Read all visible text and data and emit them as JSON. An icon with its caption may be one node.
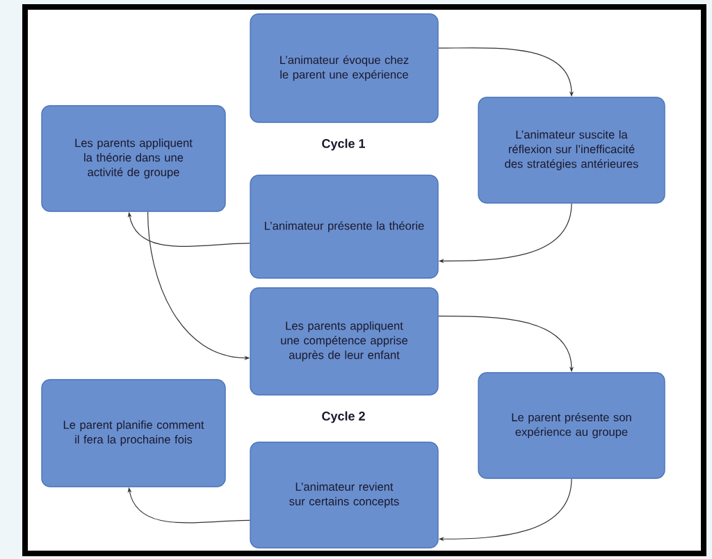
{
  "diagram": {
    "nodes": [
      {
        "text": [
          "L’animateur évoque chez le parent une expérience"
        ]
      },
      {
        "text": [
          "L’animateur suscite la réflexion sur l’inefficacité des stratégies antérieures"
        ]
      },
      {
        "text": [
          "Les parents appliquent la théorie dans une activité de groupe"
        ]
      },
      {
        "text": [
          "L’animateur présente la théorie"
        ]
      },
      {
        "text": [
          "Les parents appliquent une compétence apprise auprès de leur enfant"
        ]
      },
      {
        "text": [
          "Le parent présente son expérience au groupe"
        ]
      },
      {
        "text": [
          "Le parent planifie comment il fera la prochaine fois"
        ]
      },
      {
        "text": [
          "L’animateur revient sur certains concepts"
        ]
      }
    ],
    "edges": [
      {
        "from": 0,
        "to": 1,
        "arrow": "to"
      },
      {
        "from": 1,
        "to": 3,
        "arrow": "to"
      },
      {
        "from": 3,
        "to": 2,
        "arrow": "to"
      },
      {
        "from": 2,
        "to": 4,
        "arrow": "to"
      },
      {
        "from": 4,
        "to": 5,
        "arrow": "to"
      },
      {
        "from": 5,
        "to": 7,
        "arrow": "to"
      },
      {
        "from": 7,
        "to": 6,
        "arrow": "to"
      }
    ],
    "labels": [
      "Cycle 1",
      "Cycle 2"
    ]
  }
}
